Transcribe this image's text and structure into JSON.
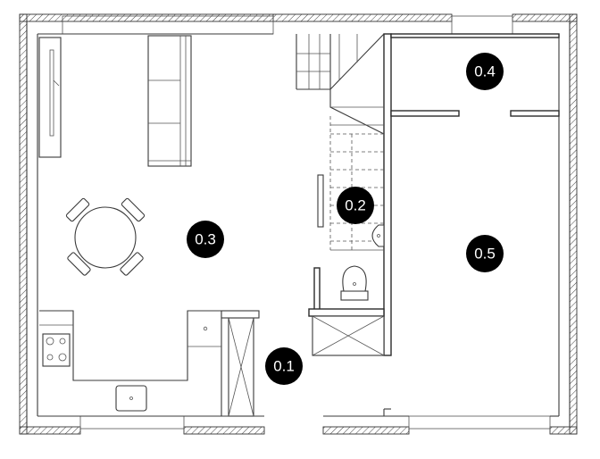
{
  "rooms": [
    {
      "id": "r01",
      "label": "0.1"
    },
    {
      "id": "r02",
      "label": "0.2"
    },
    {
      "id": "r03",
      "label": "0.3"
    },
    {
      "id": "r04",
      "label": "0.4"
    },
    {
      "id": "r05",
      "label": "0.5"
    }
  ],
  "colors": {
    "wall_stroke": "#2b2b2b",
    "badge_fill": "#000000",
    "badge_text": "#ffffff",
    "background": "#ffffff"
  },
  "icons": [
    "stove-icon",
    "sink-icon",
    "toilet-icon",
    "washbasin-icon",
    "sofa-icon",
    "dining-table-icon",
    "tv-icon"
  ]
}
